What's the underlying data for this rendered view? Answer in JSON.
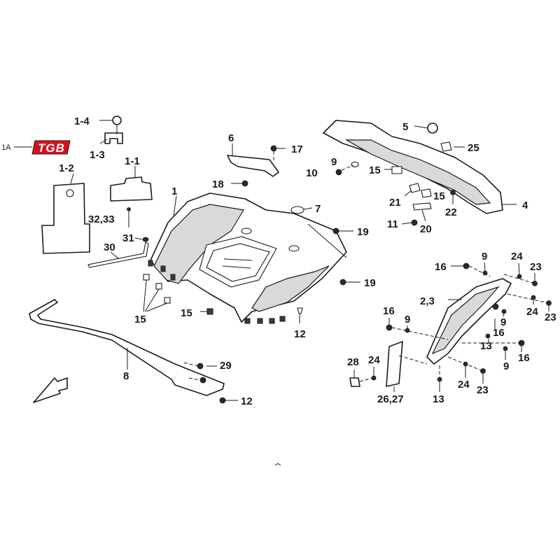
{
  "logo": {
    "prefix": "1A",
    "text": "TGB",
    "color": "#d8101a"
  },
  "labels": {
    "l_1_4": "1-4",
    "l_1_3": "1-3",
    "l_1_2": "1-2",
    "l_1_1": "1-1",
    "l_1": "1",
    "l_6": "6",
    "l_17": "17",
    "l_5": "5",
    "l_25": "25",
    "l_9a": "9",
    "l_10": "10",
    "l_15a": "15",
    "l_21": "21",
    "l_15b": "15",
    "l_22": "22",
    "l_4": "4",
    "l_18": "18",
    "l_7": "7",
    "l_32_33": "32,33",
    "l_11": "11",
    "l_20": "20",
    "l_19a": "19",
    "l_31": "31",
    "l_30": "30",
    "l_16a": "16",
    "l_9b": "9",
    "l_24a": "24",
    "l_23a": "23",
    "l_19b": "19",
    "l_2_3": "2,3",
    "l_24b": "24",
    "l_23b": "23",
    "l_9c": "9",
    "l_15c": "15",
    "l_15d": "15",
    "l_16b": "16",
    "l_9d": "9",
    "l_16c": "16",
    "l_12a": "12",
    "l_13a": "13",
    "l_16d": "16",
    "l_9e": "9",
    "l_29": "29",
    "l_8": "8",
    "l_28": "28",
    "l_24c": "24",
    "l_24d": "24",
    "l_23c": "23",
    "l_26_27": "26,27",
    "l_13b": "13",
    "l_12b": "12"
  }
}
